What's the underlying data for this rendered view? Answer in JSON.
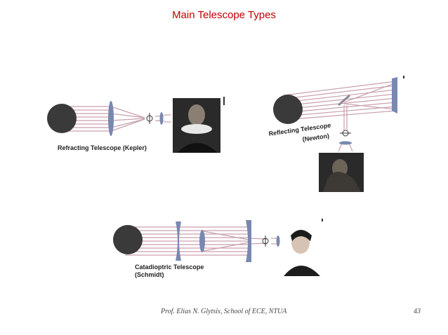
{
  "slide": {
    "title": "Main Telescope Types",
    "footer": "Prof. Elias N. Glytsis, School of ECE, NTUA",
    "page_number": "43"
  },
  "figures": {
    "refracting": {
      "caption": "Refracting Telescope (Kepler)"
    },
    "reflecting": {
      "caption_line1": "Reflecting Telescope",
      "caption_line2": "(Newton)"
    },
    "catadioptric": {
      "caption_line1": "Catadioptric Telescope",
      "caption_line2": "(Schmidt)"
    }
  },
  "colors": {
    "title": "#c00000",
    "ray": "#c9a0ae",
    "lens": "#7888b0",
    "moon": "#333333"
  }
}
